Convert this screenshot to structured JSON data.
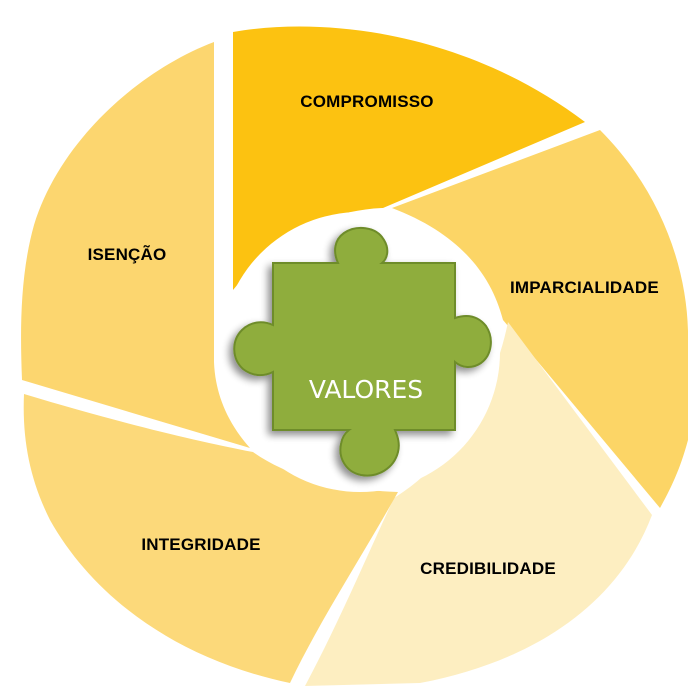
{
  "diagram": {
    "center": {
      "label": "VALORES",
      "puzzle_color": "#8fad3c",
      "puzzle_edge_color": "#6e8c2a"
    },
    "segments": [
      {
        "id": "compromisso",
        "label": "COMPROMISSO",
        "color": "#fcc211"
      },
      {
        "id": "imparcialidade",
        "label": "IMPARCIALIDADE",
        "color": "#fcd566"
      },
      {
        "id": "credibilidade",
        "label": "CREDIBILIDADE",
        "color": "#fdeec1"
      },
      {
        "id": "integridade",
        "label": "INTEGRIDADE",
        "color": "#fcd97a"
      },
      {
        "id": "isencao",
        "label": "ISENÇÃO",
        "color": "#fcd66f"
      }
    ]
  }
}
